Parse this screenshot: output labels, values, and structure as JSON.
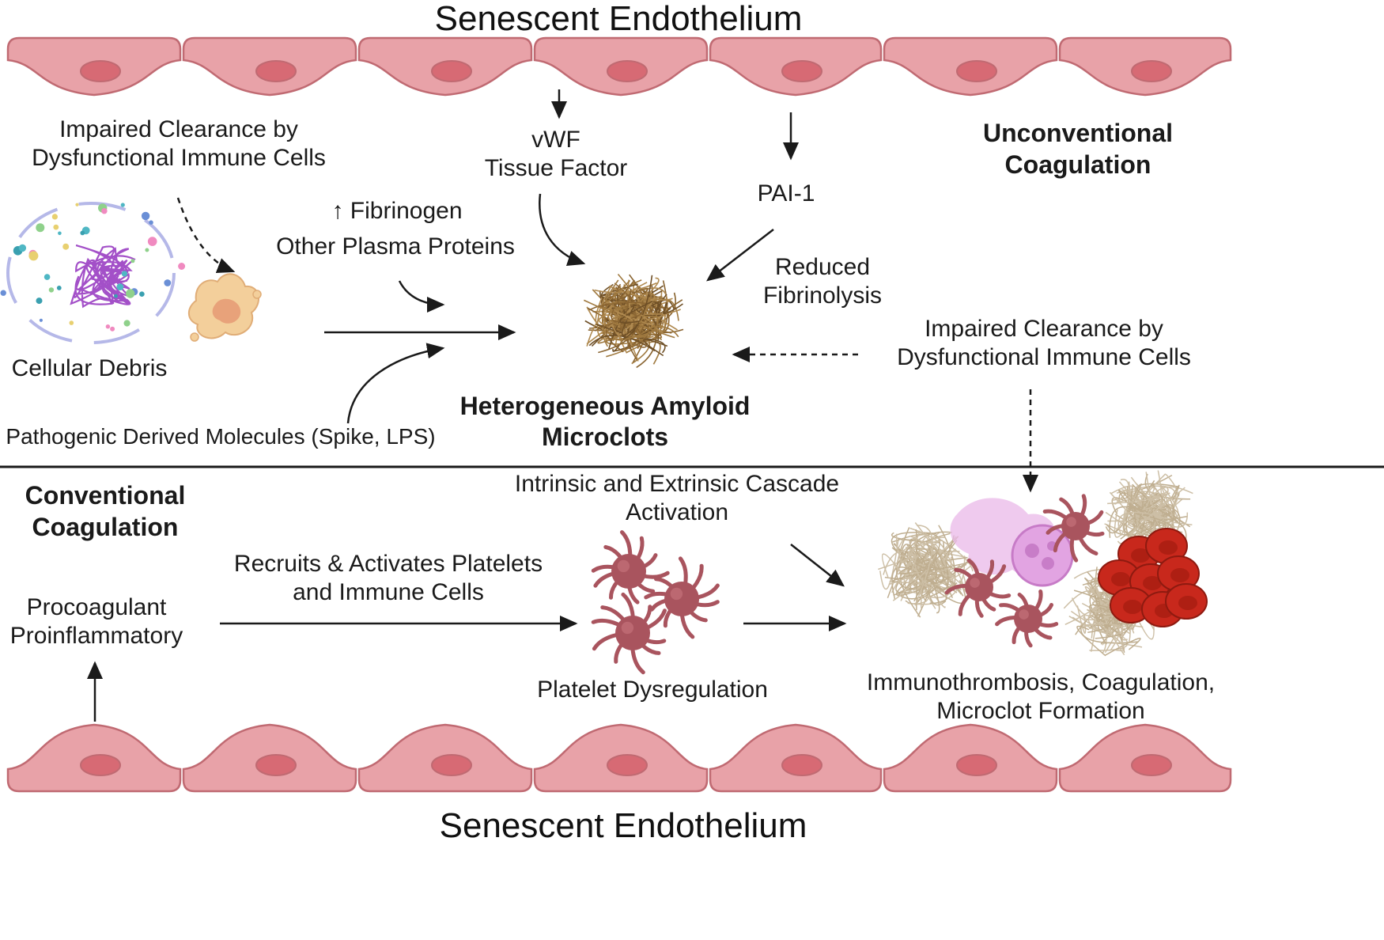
{
  "top_title": "Senescent Endothelium",
  "bottom_title": "Senescent Endothelium",
  "upper": {
    "impaired_clearance_left": [
      "Impaired Clearance by",
      "Dysfunctional Immune Cells"
    ],
    "cellular_debris": "Cellular Debris",
    "fibrinogen": "↑ Fibrinogen",
    "other_plasma": "Other Plasma Proteins",
    "pathogenic": "Pathogenic Derived Molecules (Spike, LPS)",
    "vwf": "vWF",
    "tissue_factor": "Tissue Factor",
    "pai1": "PAI-1",
    "reduced_fibrinolysis": [
      "Reduced",
      "Fibrinolysis"
    ],
    "unconventional": [
      "Unconventional",
      "Coagulation"
    ],
    "impaired_clearance_right": [
      "Impaired Clearance by",
      "Dysfunctional Immune Cells"
    ],
    "amyloid": [
      "Heterogeneous Amyloid",
      "Microclots"
    ]
  },
  "lower": {
    "conventional": [
      "Conventional",
      "Coagulation"
    ],
    "procoagulant": [
      "Procoagulant",
      "Proinflammatory"
    ],
    "recruits": [
      "Recruits & Activates Platelets",
      "and Immune Cells"
    ],
    "cascade": [
      "Intrinsic and Extrinsic Cascade",
      "Activation"
    ],
    "platelet_dys": "Platelet Dysregulation",
    "immunothrombosis": [
      "Immunothrombosis, Coagulation,",
      "Microclot Formation"
    ]
  },
  "colors": {
    "cell_fill": "#e8a2a8",
    "cell_stroke": "#c06a72",
    "nucleus": "#d76a74",
    "clot_brown": "#8a6532",
    "platelet": "#a9545e",
    "rbc": "#c8281c",
    "neutrophil": "#d98fd8"
  }
}
